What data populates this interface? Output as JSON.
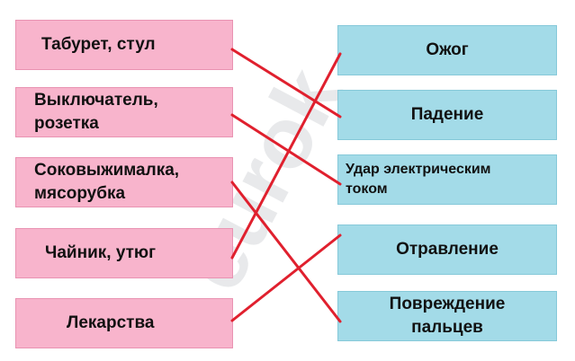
{
  "left_items": [
    {
      "label": "Табурет, стул"
    },
    {
      "label": "Выключатель,\nрозетка"
    },
    {
      "label": "Соковыжималка,\n  мясорубка"
    },
    {
      "label": "Чайник, утюг"
    },
    {
      "label": "Лекарства"
    }
  ],
  "right_items": [
    {
      "label": "Ожог"
    },
    {
      "label": "Падение"
    },
    {
      "label": "Удар электрическим\nтоком"
    },
    {
      "label": "Отравление"
    },
    {
      "label": "Повреждение\nпальцев"
    }
  ],
  "connections": [
    {
      "from": 0,
      "to": 1
    },
    {
      "from": 1,
      "to": 2
    },
    {
      "from": 2,
      "to": 4
    },
    {
      "from": 3,
      "to": 0
    },
    {
      "from": 4,
      "to": 3
    }
  ],
  "watermark": "eurok",
  "colors": {
    "left_fill": "#f8b4cc",
    "right_fill": "#a3dbe8",
    "line": "#e0202e"
  }
}
